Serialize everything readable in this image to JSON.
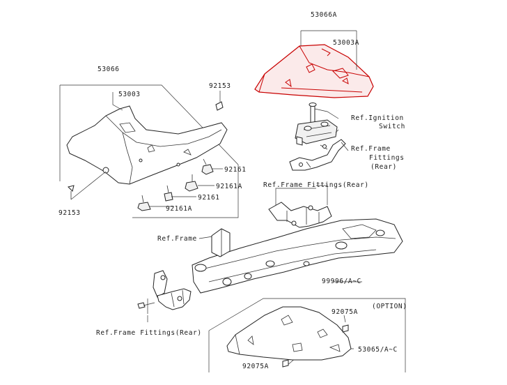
{
  "labels": {
    "p53066A": "53066A",
    "p53003A": "53003A",
    "refIgnition1": "Ref.Ignition",
    "refIgnition2": "Switch",
    "refFrameFittings1": "Ref.Frame",
    "refFrameFittings2": "Fittings",
    "refFrameFittings3": "(Rear)",
    "p53066": "53066",
    "p53003": "53003",
    "p92153Top": "92153",
    "p92161a": "92161",
    "p92161Aa": "92161A",
    "p92161b": "92161",
    "p92161Ab": "92161A",
    "p92153Left": "92153",
    "refFrameFittingsRearMid": "Ref.Frame Fittings(Rear)",
    "refFrame": "Ref.Frame",
    "p99996": "99996/A~C",
    "option": "(OPTION)",
    "p92075ARight": "92075A",
    "p53065": "53065/A~C",
    "refFrameFittingsRearBottom": "Ref.Frame Fittings(Rear)",
    "p92075ABottom": "92075A"
  },
  "highlight_color": "#c80000"
}
